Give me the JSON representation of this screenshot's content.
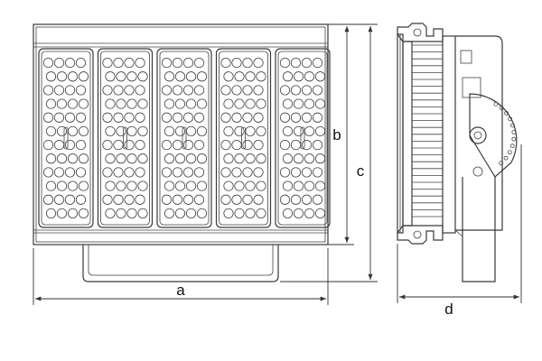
{
  "dimensions": {
    "a": "a",
    "b": "b",
    "c": "c",
    "d": "d"
  },
  "front_view": {
    "module_count": 5,
    "led_rows_per_module": 12,
    "leds_per_row": 4
  }
}
